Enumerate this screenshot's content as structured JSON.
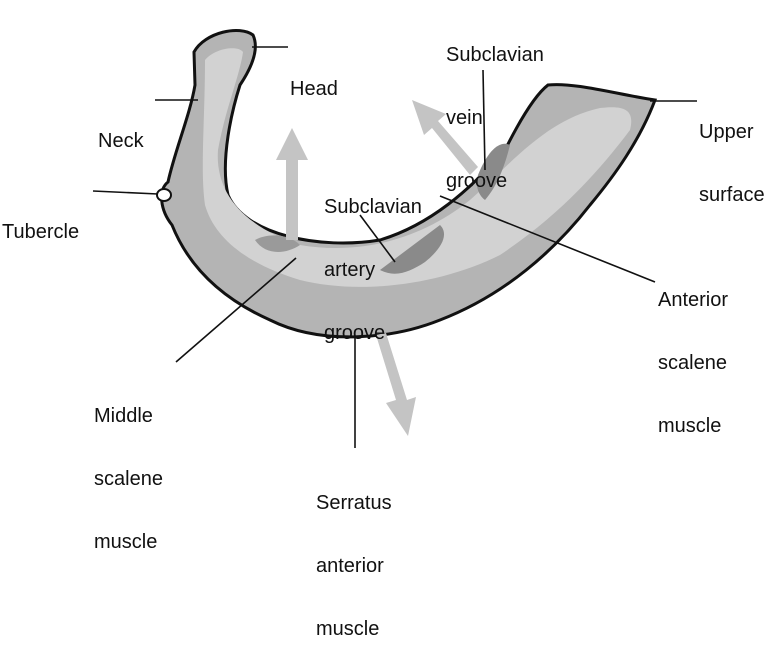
{
  "labels": {
    "head": [
      "Head"
    ],
    "neck": [
      "Neck"
    ],
    "tubercle": [
      "Tubercle"
    ],
    "subclavian_vein_groove": [
      "Subclavian",
      "vein",
      "groove"
    ],
    "upper_surface": [
      "Upper",
      "surface"
    ],
    "subclavian_artery_groove": [
      "Subclavian",
      "artery",
      "groove"
    ],
    "anterior_scalene_muscle": [
      "Anterior",
      "scalene",
      "muscle"
    ],
    "middle_scalene_muscle": [
      "Middle",
      "scalene",
      "muscle"
    ],
    "serratus_anterior_muscle": [
      "Serratus",
      "anterior",
      "muscle"
    ]
  },
  "colors": {
    "rib_fill": "#b4b4b4",
    "rib_light": "#d2d2d2",
    "rib_dark": "#8a8a8a",
    "outline": "#111111",
    "arrow": "#c4c4c4",
    "leader": "#111111"
  }
}
